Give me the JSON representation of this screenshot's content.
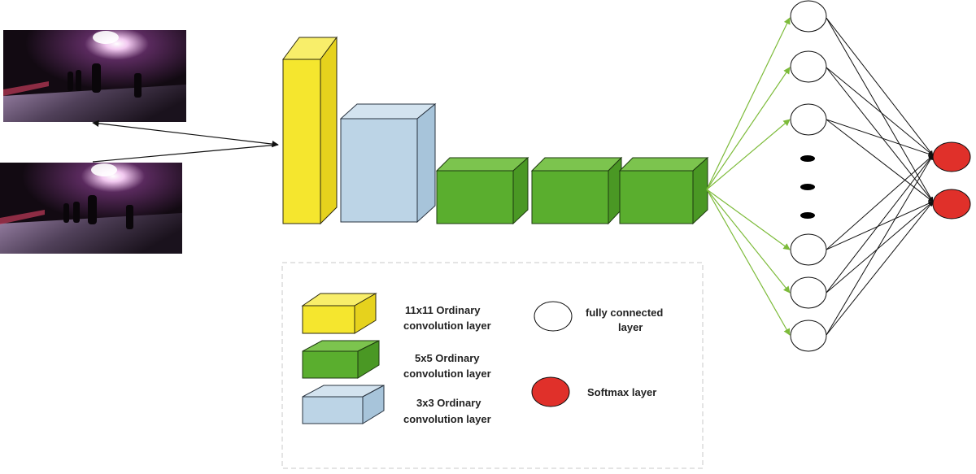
{
  "legend": {
    "items": [
      {
        "shape": "yellow-box",
        "line1": "11x11 Ordinary",
        "line2": "convolution layer",
        "color": "#F5E62E"
      },
      {
        "shape": "green-box",
        "line1": "5x5 Ordinary",
        "line2": "convolution layer",
        "color": "#5AAE2E"
      },
      {
        "shape": "blue-box",
        "line1": "3x3 Ordinary",
        "line2": "convolution layer",
        "color": "#BCD4E6"
      },
      {
        "shape": "white-circle",
        "line1": "fully connected",
        "line2": "layer",
        "color": "#FFFFFF"
      },
      {
        "shape": "red-circle",
        "line1": "Softmax layer",
        "line2": "",
        "color": "#E0302A"
      }
    ]
  },
  "colors": {
    "yellow": "#F5E62E",
    "blue": "#BCD4E6",
    "green": "#5AAE2E",
    "red": "#E0302A",
    "green_arrow": "#7DBB3A",
    "black_line": "#111111"
  },
  "input_images": [
    {
      "name": "night-street-frame-1"
    },
    {
      "name": "night-street-frame-2"
    }
  ]
}
